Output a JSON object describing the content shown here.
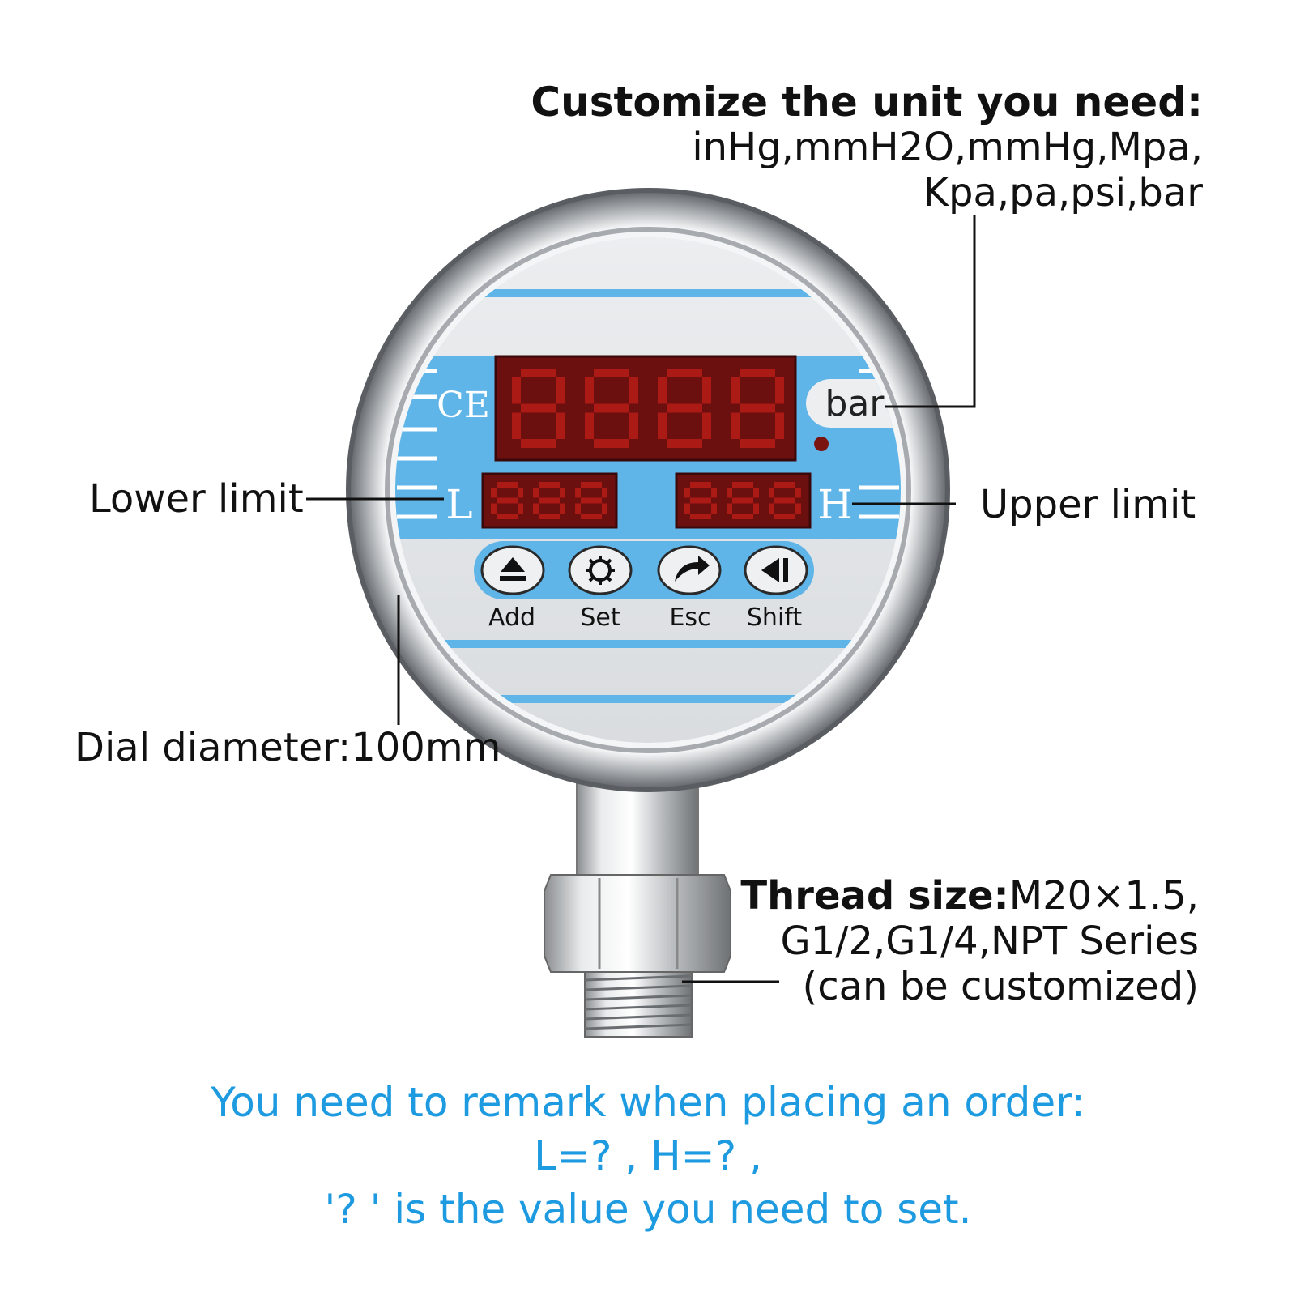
{
  "unit_callout": {
    "heading": "Customize the unit you need:",
    "line1": "inHg,mmH2O,mmHg,Mpa,",
    "line2": "Kpa,pa,psi,bar"
  },
  "dial": {
    "ce_mark": "CE",
    "unit_label": "bar",
    "lower_letter": "L",
    "upper_letter": "H",
    "buttons": [
      {
        "label": "Add",
        "icon": "eject-icon"
      },
      {
        "label": "Set",
        "icon": "gear-icon"
      },
      {
        "label": "Esc",
        "icon": "return-arrow-icon"
      },
      {
        "label": "Shift",
        "icon": "shift-left-icon"
      }
    ],
    "colors": {
      "accent_blue": "#5fb4e8",
      "led_red": "#e0241c",
      "display_bg": "#6b0f0f"
    }
  },
  "lower_limit_label": "Lower limit",
  "upper_limit_label": "Upper limit",
  "diameter_label": "Dial diameter:100mm",
  "thread_callout": {
    "title": "Thread size:",
    "title_value": "M20×1.5,",
    "line2": "G1/2,G1/4,NPT Series",
    "line3": "(can be customized)"
  },
  "order_note": {
    "line1": "You need to remark when placing an order:",
    "line2": "L=? , H=? ,",
    "line3": "'? ' is the value you need to set."
  }
}
